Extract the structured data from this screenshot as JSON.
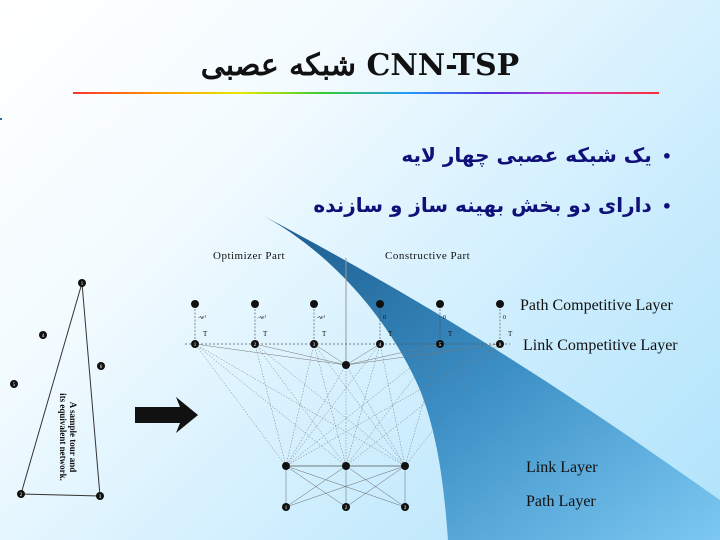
{
  "slide": {
    "title": "شبکه عصبی CNN-TSP",
    "bullets": [
      "یک شبکه عصبی چهار لایه",
      "دارای دو بخش بهینه ساز و سازنده"
    ]
  },
  "diagram": {
    "part_labels": {
      "optimizer": "Optimizer Part",
      "constructive": "Constructive Part"
    },
    "layer_labels": {
      "path_competitive": "Path Competitive Layer",
      "link_competitive": "Link Competitive Layer",
      "link": "Link Layer",
      "path": "Path Layer"
    },
    "tour_caption": [
      "A sample tour and",
      "its equivalent network."
    ],
    "tour_node_labels": [
      "1",
      "2",
      "3",
      "4",
      "5",
      "6"
    ],
    "link_node_labels": [
      "1",
      "2",
      "3",
      "4",
      "5",
      "6"
    ],
    "path_node_labels": [
      "1",
      "2",
      "3"
    ],
    "top_labels": [
      "-w¹",
      "-w¹",
      "-w¹",
      "0",
      "0",
      "0"
    ],
    "t_label": "T",
    "colors": {
      "title": "#111111",
      "bullet": "#10107a",
      "accent_blue": "#1f6aa0"
    }
  }
}
